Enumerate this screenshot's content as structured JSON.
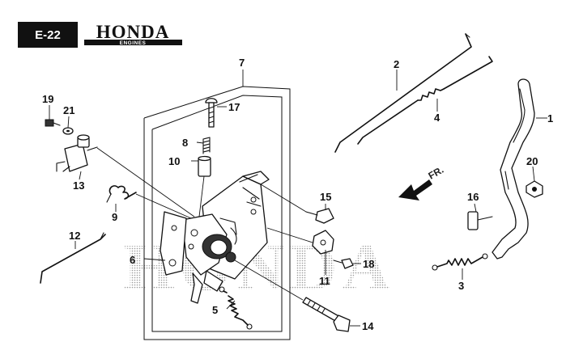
{
  "header": {
    "section_code": "E-22",
    "brand": "HONDA",
    "brand_sub": "ENGINES"
  },
  "watermark": "HONDA",
  "direction_label": "FR.",
  "callouts": {
    "c1": "1",
    "c2": "2",
    "c3": "3",
    "c4": "4",
    "c5": "5",
    "c6": "6",
    "c7": "7",
    "c8": "8",
    "c9": "9",
    "c10": "10",
    "c11": "11",
    "c12": "12",
    "c13": "13",
    "c14": "14",
    "c15": "15",
    "c16": "16",
    "c17": "17",
    "c18": "18",
    "c19": "19",
    "c20": "20",
    "c21": "21"
  }
}
